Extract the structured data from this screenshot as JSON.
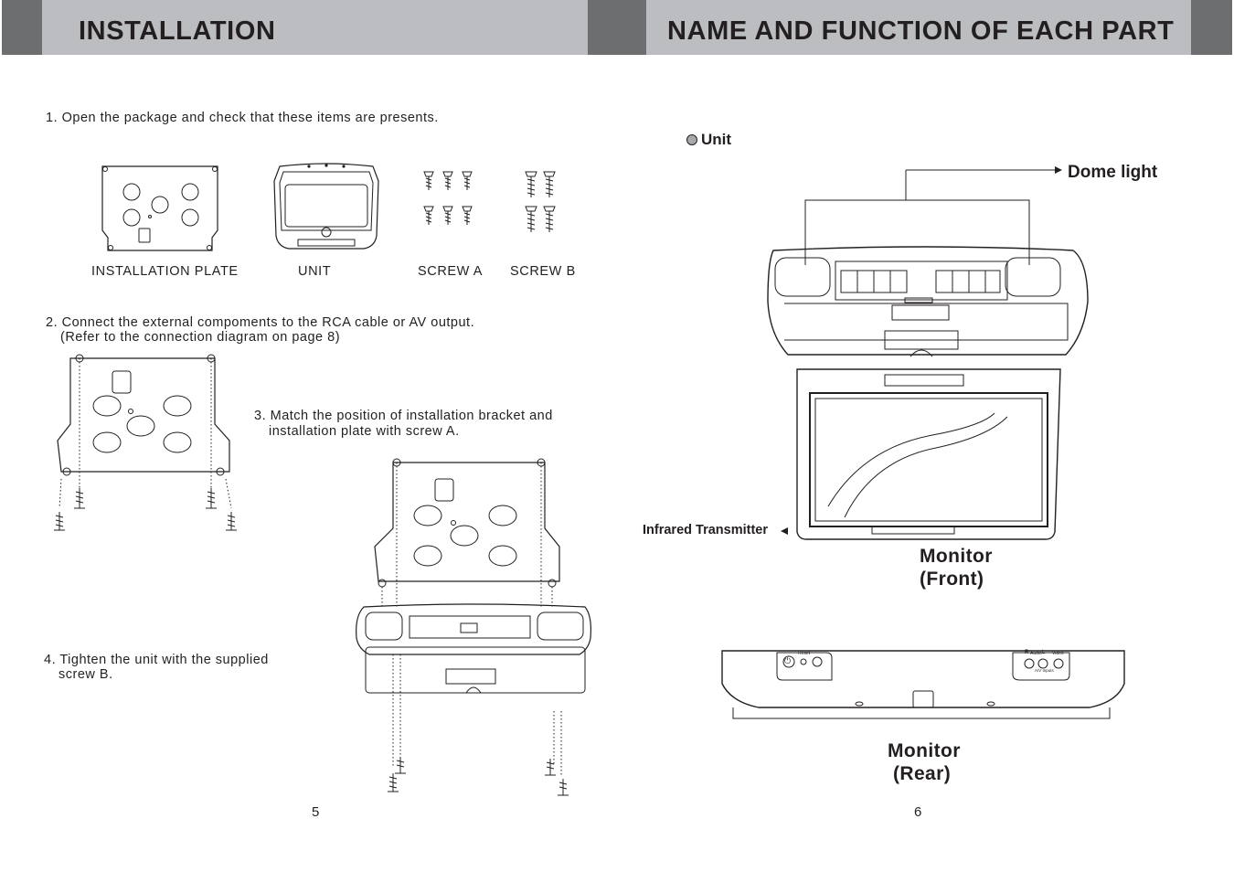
{
  "left_page": {
    "header_title": "INSTALLATION",
    "step1": "1. Open the package and check that these items are presents.",
    "item_labels": {
      "plate": "INSTALLATION PLATE",
      "unit": "UNIT",
      "screw_a": "SCREW A",
      "screw_b": "SCREW B"
    },
    "step2_line1": "2. Connect the external compoments to the RCA cable or AV output.",
    "step2_line2": "(Refer to the connection diagram on page 8)",
    "step3_line1": "3. Match the position of installation bracket and",
    "step3_line2": "installation plate with screw A.",
    "step4_line1": "4. Tighten the unit with the supplied",
    "step4_line2": "screw B.",
    "page_number": "5"
  },
  "right_page": {
    "header_title": "NAME AND FUNCTION OF EACH PART",
    "section_label": "Unit",
    "dome_light": "Dome light",
    "infrared_transmitter": "Infrared Transmitter",
    "monitor_front_line1": "Monitor",
    "monitor_front_line2": "(Front)",
    "monitor_rear_line1": "Monitor",
    "monitor_rear_line2": "(Rear)",
    "rear_panel": {
      "reset": "Reset",
      "audio_r": "R",
      "audio": "Audio",
      "audio_l": "L",
      "video": "Video",
      "av_inputs": "A/V Inputs"
    },
    "page_number": "6"
  },
  "colors": {
    "header_light": "#bcbdc0",
    "header_dark": "#6d6e70",
    "ink": "#231f20"
  }
}
